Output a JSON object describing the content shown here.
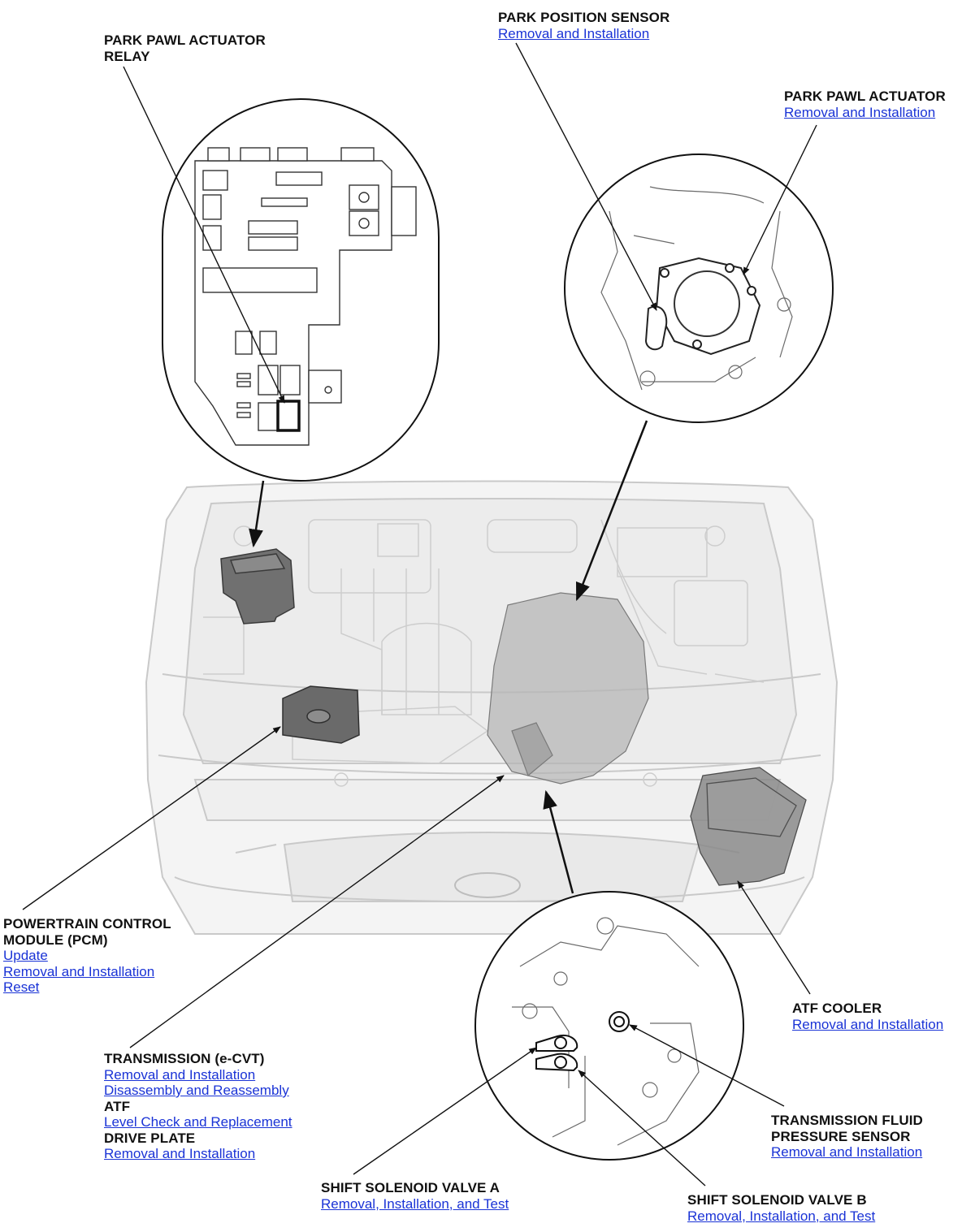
{
  "labels": {
    "park_pawl_relay": {
      "title_line1": "PARK PAWL ACTUATOR",
      "title_line2": "RELAY"
    },
    "park_position_sensor": {
      "title": "PARK POSITION SENSOR",
      "link1": "Removal and Installation"
    },
    "park_pawl_actuator": {
      "title": "PARK PAWL ACTUATOR",
      "link1": "Removal and Installation"
    },
    "pcm": {
      "title_line1": "POWERTRAIN CONTROL",
      "title_line2": "MODULE (PCM)",
      "link1": "Update",
      "link2": "Removal and Installation",
      "link3": "Reset"
    },
    "transmission": {
      "title": "TRANSMISSION (e-CVT)",
      "link1": "Removal and Installation",
      "link2": "Disassembly and Reassembly",
      "atf_title": "ATF",
      "link3": "Level Check and Replacement",
      "drive_plate_title": "DRIVE PLATE",
      "link4": "Removal and Installation"
    },
    "atf_cooler": {
      "title": "ATF COOLER",
      "link1": "Removal and Installation"
    },
    "tf_pressure_sensor": {
      "title_line1": "TRANSMISSION FLUID",
      "title_line2": "PRESSURE SENSOR",
      "link1": "Removal and Installation"
    },
    "shift_solenoid_a": {
      "title": "SHIFT SOLENOID VALVE A",
      "link1": "Removal, Installation, and Test"
    },
    "shift_solenoid_b": {
      "title": "SHIFT SOLENOID VALVE B",
      "link1": "Removal, Installation, and Test"
    }
  },
  "colors": {
    "link": "#1a33d6",
    "text": "#111111",
    "line": "#111111",
    "car_outline": "#c8c8c8",
    "highlight": "#6e6e6e"
  }
}
